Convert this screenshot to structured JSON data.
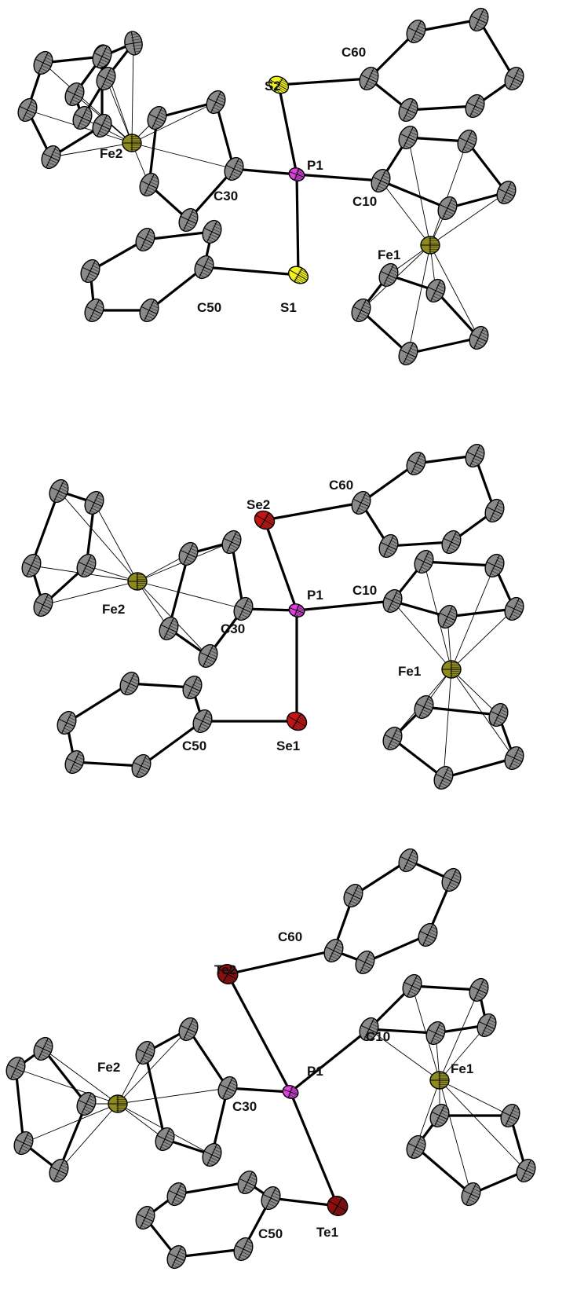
{
  "colors": {
    "carbon": "#8a8a8a",
    "phosphorus": "#e040e0",
    "sulfur": "#f2f21a",
    "selenium": "#c41414",
    "tellurium": "#8b0f0f",
    "iron": "#8f8a1e"
  },
  "structures": [
    {
      "chalcogen": "S",
      "labels": {
        "fe2": "Fe2",
        "s2": "S2",
        "c60": "C60",
        "p1": "P1",
        "c30": "C30",
        "c10": "C10",
        "fe1": "Fe1",
        "c50": "C50",
        "s1": "S1"
      }
    },
    {
      "chalcogen": "Se",
      "labels": {
        "se2": "Se2",
        "c60": "C60",
        "fe2": "Fe2",
        "p1": "P1",
        "c10": "C10",
        "c30": "C30",
        "fe1": "Fe1",
        "c50": "C50",
        "se1": "Se1"
      }
    },
    {
      "chalcogen": "Te",
      "labels": {
        "c60": "C60",
        "te2": "Te2",
        "c10": "C10",
        "fe2": "Fe2",
        "p1": "P1",
        "fe1": "Fe1",
        "c30": "C30",
        "c50": "C50",
        "te1": "Te1"
      }
    }
  ]
}
